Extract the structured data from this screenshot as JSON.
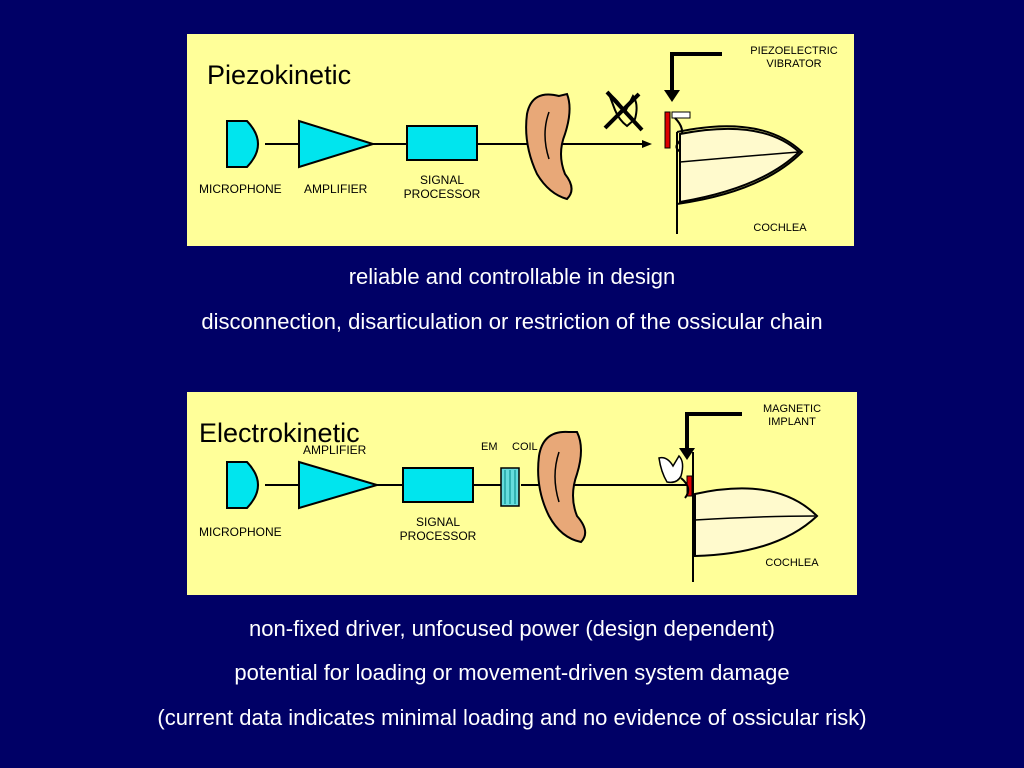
{
  "piezo_panel": {
    "title": "Piezokinetic",
    "labels": {
      "microphone": "MICROPHONE",
      "amplifier": "AMPLIFIER",
      "signal_line1": "SIGNAL",
      "signal_line2": "PROCESSOR",
      "vibrator_line1": "PIEZOELECTRIC",
      "vibrator_line2": "VIBRATOR",
      "cochlea": "COCHLEA"
    }
  },
  "electro_panel": {
    "title": "Electrokinetic",
    "labels": {
      "microphone": "MICROPHONE",
      "amplifier": "AMPLIFIER",
      "signal_line1": "SIGNAL",
      "signal_line2": "PROCESSOR",
      "em": "EM",
      "coil": "COIL",
      "implant_line1": "MAGNETIC",
      "implant_line2": "IMPLANT",
      "cochlea": "COCHLEA"
    }
  },
  "captions": {
    "piezo_1": "reliable and controllable in design",
    "piezo_2": "disconnection, disarticulation or restriction of the ossicular chain",
    "electro_1": "non-fixed driver, unfocused power (design dependent)",
    "electro_2": "potential for loading or movement-driven system damage",
    "electro_3": "(current data indicates minimal loading and no evidence of ossicular risk)"
  },
  "colors": {
    "background": "#000066",
    "panel": "#ffff99",
    "component": "#00e5ee",
    "ear": "#e8a878",
    "cochlea": "#fffacd",
    "implant_red": "#dd0000"
  }
}
